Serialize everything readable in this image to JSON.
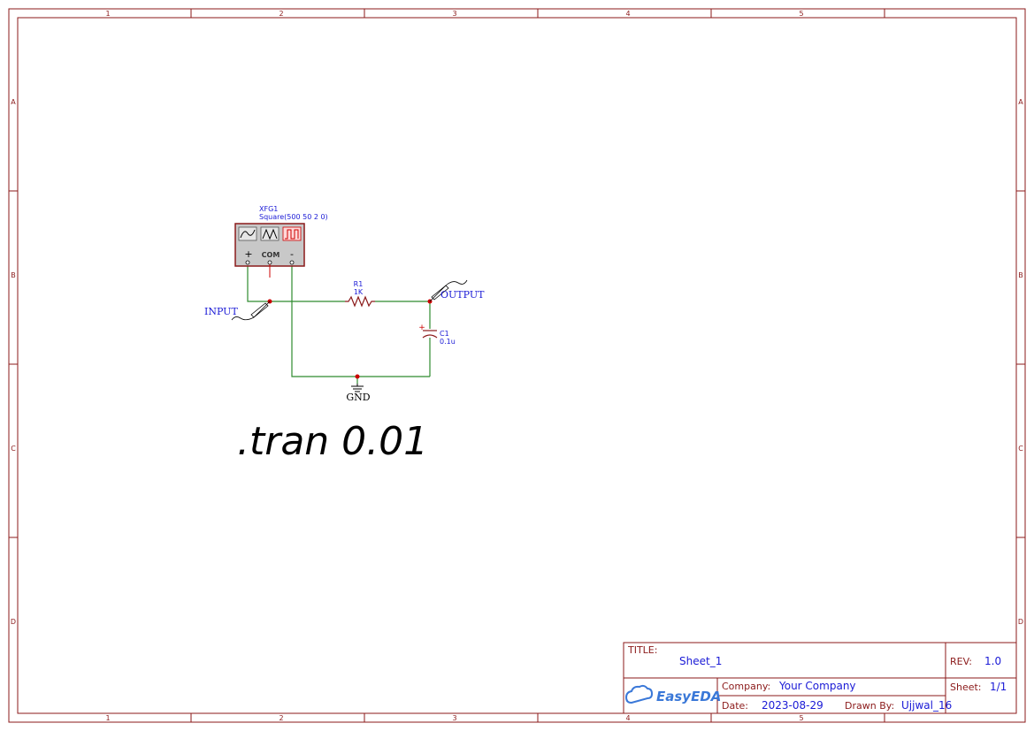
{
  "frame": {
    "columns": [
      "1",
      "2",
      "3",
      "4",
      "5"
    ],
    "rows": [
      "A",
      "B",
      "C",
      "D"
    ],
    "border_color": "#8b1a1a"
  },
  "components": {
    "function_generator": {
      "designator": "XFG1",
      "value": "Square(500 50 2 0)",
      "plus_label": "+",
      "com_label": "COM",
      "minus_label": "-"
    },
    "resistor": {
      "designator": "R1",
      "value": "1K"
    },
    "capacitor": {
      "designator": "C1",
      "value": "0.1u",
      "polarity_mark": "+"
    },
    "ground": {
      "label": "GND"
    }
  },
  "net_labels": {
    "input": "INPUT",
    "output": "OUTPUT"
  },
  "directive": ".tran 0.01",
  "title_block": {
    "title_label": "TITLE:",
    "title_value": "Sheet_1",
    "rev_label": "REV:",
    "rev_value": "1.0",
    "company_label": "Company:",
    "company_value": "Your Company",
    "sheet_label": "Sheet:",
    "sheet_value": "1/1",
    "date_label": "Date:",
    "date_value": "2023-08-29",
    "drawn_by_label": "Drawn By:",
    "drawn_by_value": "Ujjwal_16",
    "logo_text": "EasyEDA"
  },
  "colors": {
    "wire": "#2e8b2e",
    "component": "#8b1a1a",
    "label": "#1a1ad6",
    "junction": "#cc0000"
  }
}
